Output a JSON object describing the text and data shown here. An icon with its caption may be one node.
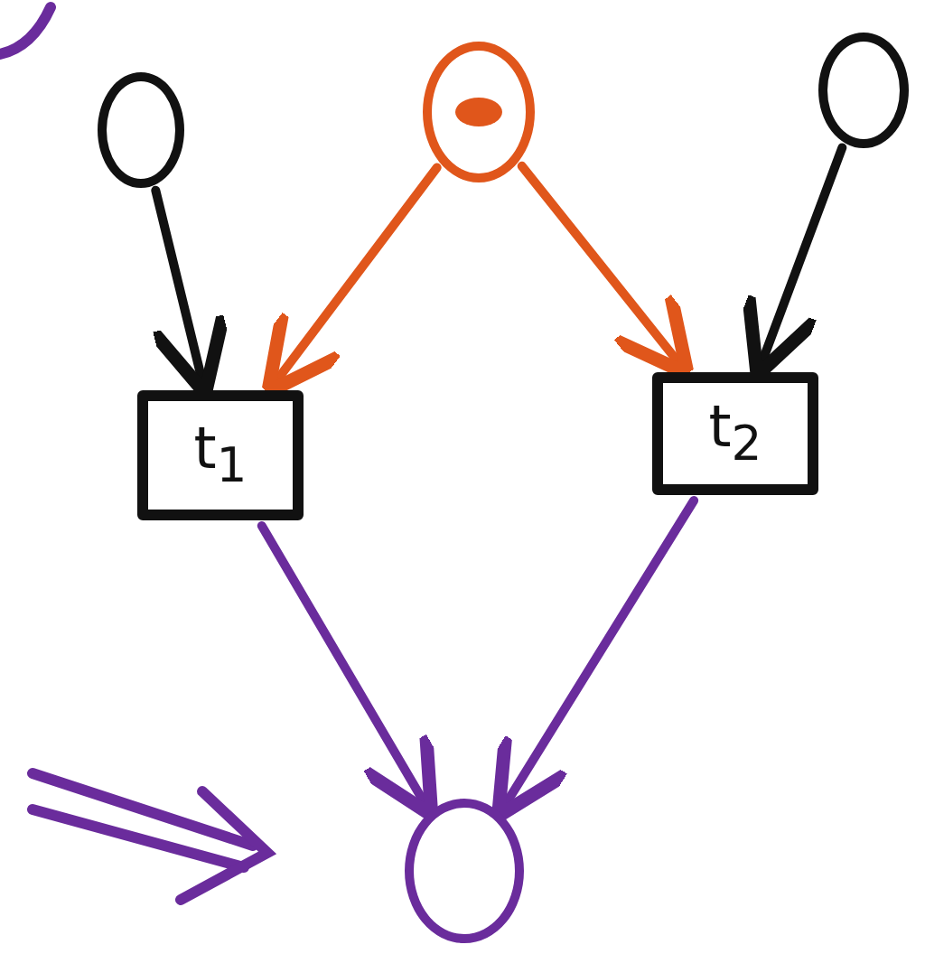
{
  "diagram": {
    "nodes": [
      {
        "text": [],
        "shape": "circle"
      },
      {
        "text": [],
        "shape": "circle"
      },
      {
        "text": [],
        "shape": "circle"
      },
      {
        "text": [
          "t$_{1}$"
        ]
      },
      {
        "text": [
          "t$_{2}$"
        ]
      },
      {
        "text": [],
        "shape": "circle"
      }
    ],
    "edges": [
      {
        "from": 0,
        "to": 3,
        "arrow": "to"
      },
      {
        "from": 1,
        "to": 3,
        "arrow": "to",
        "color": "#e0561b"
      },
      {
        "from": 1,
        "to": 4,
        "arrow": "to",
        "color": "#e0561b"
      },
      {
        "from": 2,
        "to": 4,
        "arrow": "to"
      },
      {
        "from": 3,
        "to": 5,
        "arrow": "to",
        "color": "#6a2c9c"
      },
      {
        "from": 4,
        "to": 5,
        "arrow": "to",
        "color": "#6a2c9c"
      }
    ]
  }
}
